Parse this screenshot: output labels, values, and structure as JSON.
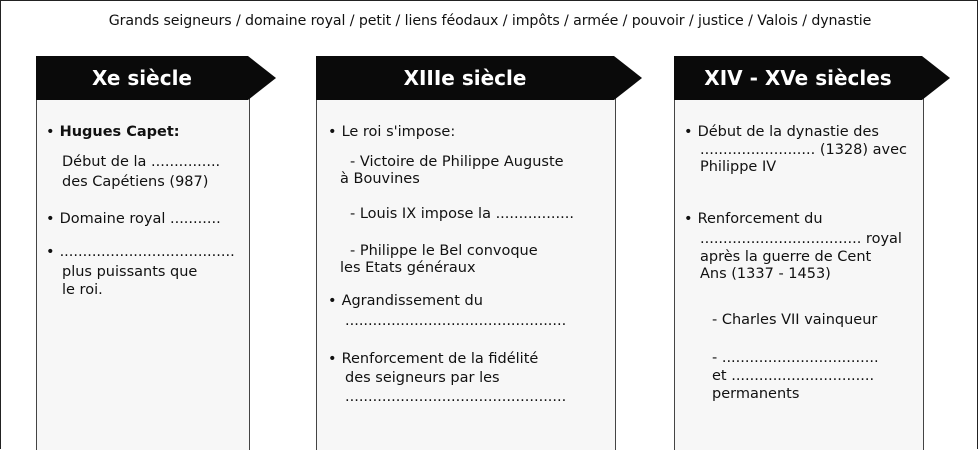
{
  "word_bank": "Grands seigneurs / domaine royal / petit / liens féodaux / impôts / armée / pouvoir / justice / Valois / dynastie",
  "columns": [
    {
      "title": "Xe siècle",
      "lines": [
        "Hugues Capet:",
        "Début de la ...............",
        "des Capétiens (987)",
        "Domaine royal ...........",
        "......................................",
        "plus puissants que",
        "le roi."
      ]
    },
    {
      "title": "XIIIe siècle",
      "lines": [
        "Le roi s'impose:",
        "- Victoire de Philippe Auguste",
        "à Bouvines",
        "- Louis IX impose la .................",
        "- Philippe le Bel convoque",
        "les Etats généraux",
        "Agrandissement du",
        "................................................",
        "Renforcement de la fidélité",
        "des seigneurs par les",
        "................................................"
      ]
    },
    {
      "title": "XIV - XVe siècles",
      "lines": [
        "Début de la dynastie des",
        "......................... (1328) avec",
        "Philippe IV",
        "Renforcement du",
        "................................... royal",
        "après la guerre de Cent",
        "Ans (1337 - 1453)",
        "- Charles VII vainqueur",
        "- ..................................",
        "et ...............................",
        "permanents"
      ]
    }
  ]
}
